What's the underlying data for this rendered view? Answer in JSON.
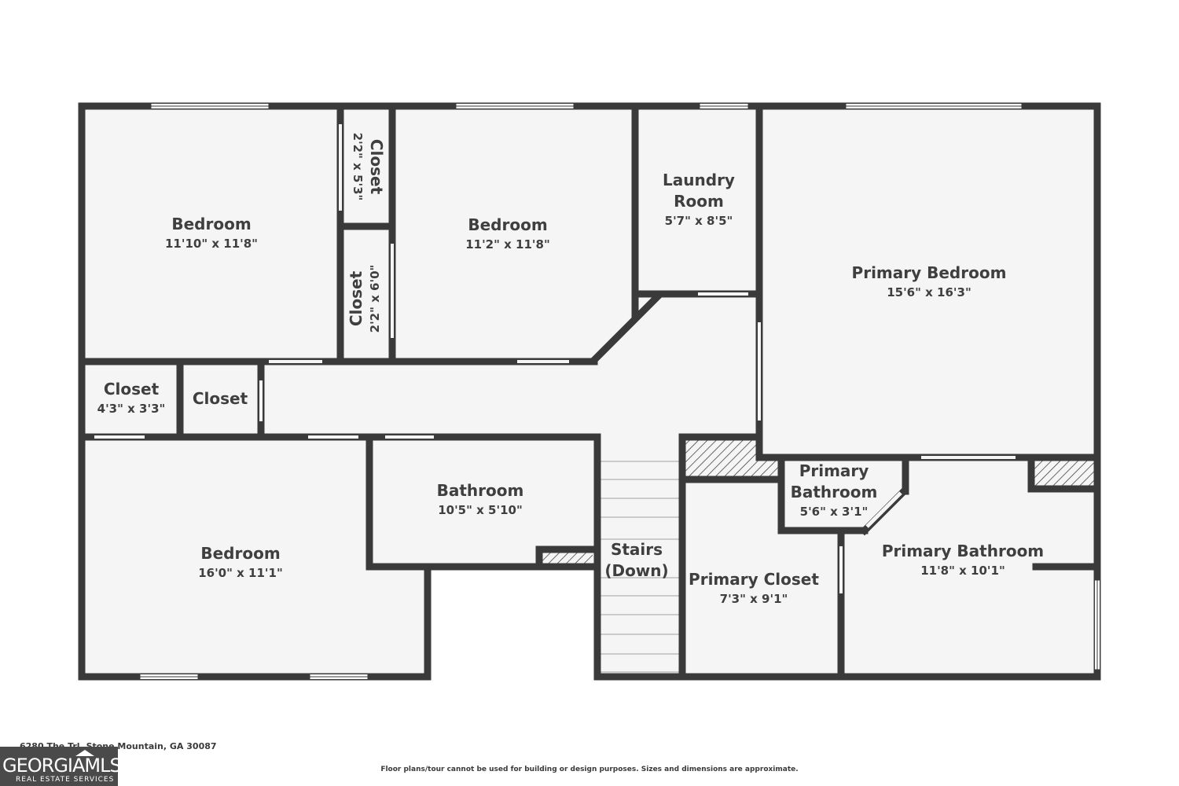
{
  "floorplan": {
    "rooms": [
      {
        "id": "bedroom-1",
        "name_lines": [
          "Bedroom"
        ],
        "dims": "11'10\" x 11'8\""
      },
      {
        "id": "closet-1",
        "name_lines": [
          "Closet"
        ],
        "dims": "2'2\" x 5'3\""
      },
      {
        "id": "closet-2",
        "name_lines": [
          "Closet"
        ],
        "dims": "2'2\" x 6'0\""
      },
      {
        "id": "bedroom-2",
        "name_lines": [
          "Bedroom"
        ],
        "dims": "11'2\" x 11'8\""
      },
      {
        "id": "laundry-room",
        "name_lines": [
          "Laundry",
          "Room"
        ],
        "dims": "5'7\" x 8'5\""
      },
      {
        "id": "primary-bedroom",
        "name_lines": [
          "Primary Bedroom"
        ],
        "dims": "15'6\" x 16'3\""
      },
      {
        "id": "closet-3",
        "name_lines": [
          "Closet"
        ],
        "dims": "4'3\" x 3'3\""
      },
      {
        "id": "closet-4",
        "name_lines": [
          "Closet"
        ],
        "dims": ""
      },
      {
        "id": "bathroom",
        "name_lines": [
          "Bathroom"
        ],
        "dims": "10'5\" x 5'10\""
      },
      {
        "id": "bedroom-3",
        "name_lines": [
          "Bedroom"
        ],
        "dims": "16'0\" x 11'1\""
      },
      {
        "id": "stairs",
        "name_lines": [
          "Stairs",
          "(Down)"
        ],
        "dims": ""
      },
      {
        "id": "primary-bathroom-1",
        "name_lines": [
          "Primary",
          "Bathroom"
        ],
        "dims": "5'6\" x 3'1\""
      },
      {
        "id": "primary-closet",
        "name_lines": [
          "Primary Closet"
        ],
        "dims": "7'3\" x 9'1\""
      },
      {
        "id": "primary-bathroom-2",
        "name_lines": [
          "Primary Bathroom"
        ],
        "dims": "11'8\" x 10'1\""
      }
    ]
  },
  "footer": {
    "address": "6280 The Trl, Stone Mountain, GA 30087",
    "disclaimer": "Floor plans/tour cannot be used for building or design purposes. Sizes and dimensions are approximate."
  },
  "logo": {
    "main": "GEORGIAMLS",
    "sub": "REAL ESTATE SERVICES"
  },
  "colors": {
    "wall": "#3a3a3a",
    "floor": "#f5f5f5",
    "text": "#3f3f3f"
  }
}
